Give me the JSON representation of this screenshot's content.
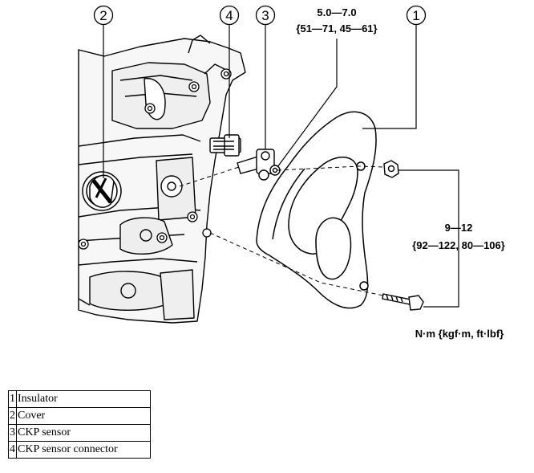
{
  "callouts": [
    {
      "number": "1",
      "part": "Insulator"
    },
    {
      "number": "2",
      "part": "Cover"
    },
    {
      "number": "3",
      "part": "CKP sensor"
    },
    {
      "number": "4",
      "part": "CKP sensor connector"
    }
  ],
  "torque_labels": {
    "sensor_bolt_line1": "5.0—7.0",
    "sensor_bolt_line2": "{51—71, 45—61}",
    "insulator_bolts_line1": "9—12",
    "insulator_bolts_line2": "{92—122, 80—106}",
    "units": "N·m {kgf·m, ft·lbf}"
  }
}
